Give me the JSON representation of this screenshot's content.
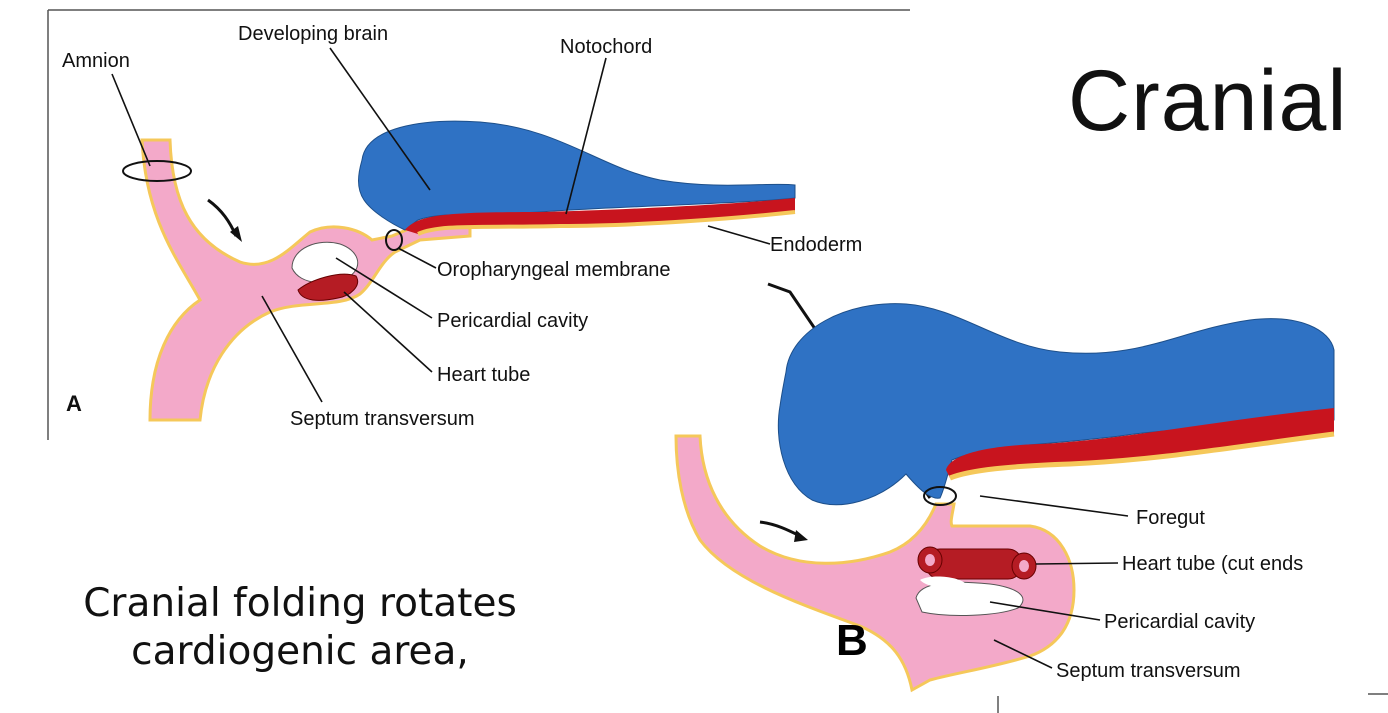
{
  "slide": {
    "heading": "Cranial",
    "caption_line1": "Cranial folding rotates",
    "caption_line2": "cardiogenic area,"
  },
  "figure_a": {
    "panel_label": "A",
    "labels": {
      "amnion": "Amnion",
      "developing_brain": "Developing brain",
      "notochord": "Notochord",
      "endoderm": "Endoderm",
      "oropharyngeal_membrane": "Oropharyngeal membrane",
      "pericardial_cavity": "Pericardial cavity",
      "heart_tube": "Heart tube",
      "septum_transversum": "Septum transversum"
    }
  },
  "figure_b": {
    "panel_label": "B",
    "labels": {
      "foregut": "Foregut",
      "heart_tube_cut_ends": "Heart tube (cut ends",
      "pericardial_cavity": "Pericardial cavity",
      "septum_transversum": "Septum transversum"
    }
  },
  "colors": {
    "neural_tissue": "#2f72c4",
    "notochord_band": "#c8141e",
    "ectoderm_pink": "#f3a9c9",
    "endoderm_yellow": "#f5c85a",
    "heart_tube": "#b51c24"
  }
}
